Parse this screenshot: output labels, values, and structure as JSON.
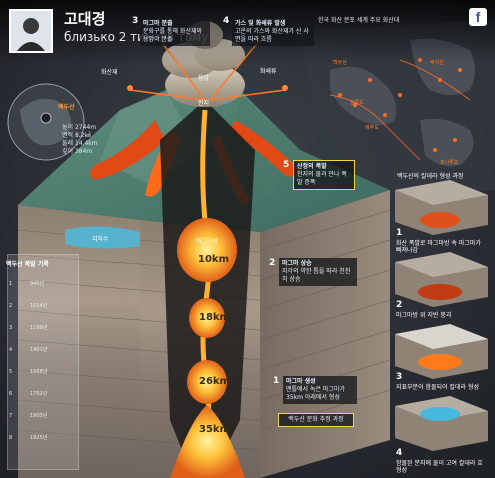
{
  "post": {
    "author": "고대경",
    "time_ago": "близько 2 тижнів тому",
    "share_icon": "facebook-icon",
    "colors": {
      "header_text": "#ffffff",
      "lava": "#ff8a20",
      "magma": "#ffcc33",
      "callout_border": "#f2d44a"
    }
  },
  "infographic": {
    "steps": [
      {
        "num": "1",
        "label": "마그마 생성",
        "desc": "맨틀에서 녹은 마그마가 35km 아래에서 형성"
      },
      {
        "num": "2",
        "label": "마그마 상승",
        "desc": "지각의 약한 틈을 따라 천천히 상승"
      },
      {
        "num": "3",
        "label": "마그마 분출",
        "desc": "분화구를 통해 화산재와 용암이 분출"
      },
      {
        "num": "4",
        "label": "가스 및 화쇄류 발생",
        "desc": "고온의 가스와 화산재가 산 사면을 따라 흐름"
      },
      {
        "num": "5",
        "label": "산정의 폭발",
        "desc": "천지의 물과 만나 폭발 증폭"
      }
    ],
    "depths": [
      "10km",
      "18km",
      "26km",
      "35km"
    ],
    "caldera_label": "천지",
    "lake_label": "지하수",
    "circle_title": "백두산",
    "circle_stats": [
      "높이 2744m",
      "면적 8.2㎢",
      "둘레 14.4km",
      "깊이 384m"
    ],
    "bottom_right_title": "백두산 분화 추정 과정",
    "scenario_title": "백두산의 칼데라 형성 과정",
    "scenario_steps": [
      {
        "num": "1",
        "desc": "화산 폭발로 마그마방 속 마그마가 빠져나감"
      },
      {
        "num": "2",
        "desc": "마그마방 위 지반 붕괴"
      },
      {
        "num": "3",
        "desc": "지표부분이 함몰되어 칼데라 형성"
      },
      {
        "num": "4",
        "desc": "함몰된 분지에 물이 고여 칼데라 호 형성"
      }
    ],
    "map_title": "한국 화산 분포 세계 주요 화산대",
    "map_labels": [
      "백두산",
      "울릉도",
      "제주도",
      "후지산",
      "피나투보"
    ],
    "table_title": "백두산 폭발 기록",
    "table_rows": [
      {
        "no": "1",
        "year": "946년"
      },
      {
        "no": "2",
        "year": "1014년"
      },
      {
        "no": "3",
        "year": "1199년"
      },
      {
        "no": "4",
        "year": "1401년"
      },
      {
        "no": "5",
        "year": "1668년"
      },
      {
        "no": "6",
        "year": "1702년"
      },
      {
        "no": "7",
        "year": "1903년"
      },
      {
        "no": "8",
        "year": "1925년"
      }
    ],
    "magma_chamber_label": "마그마방",
    "side_labels": [
      "화산재",
      "용암",
      "화쇄류"
    ]
  }
}
